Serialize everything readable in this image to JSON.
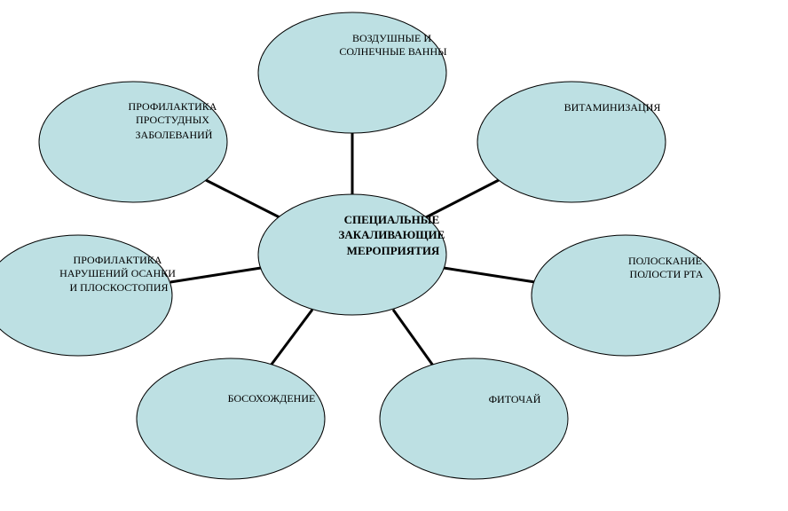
{
  "colors": {
    "node_fill": "#bde0e3",
    "stroke": "#000000",
    "background": "#ffffff"
  },
  "center": {
    "lines": [
      "СПЕЦИАЛЬНЫЕ",
      "ЗАКАЛИВАЮЩИЕ",
      "МЕРОПРИЯТИЯ"
    ]
  },
  "nodes": [
    {
      "id": "air-sun-baths",
      "lines": [
        "ВОЗДУШНЫЕ И",
        "СОЛНЕЧНЫЕ ВАННЫ"
      ]
    },
    {
      "id": "vitamins",
      "lines": [
        "ВИТАМИНИЗАЦИЯ"
      ]
    },
    {
      "id": "mouth-rinse",
      "lines": [
        "ПОЛОСКАНИЕ",
        "ПОЛОСТИ РТА"
      ]
    },
    {
      "id": "herbal-tea",
      "lines": [
        "ФИТОЧАЙ"
      ]
    },
    {
      "id": "barefoot",
      "lines": [
        "БОСОХОЖДЕНИЕ"
      ]
    },
    {
      "id": "posture",
      "lines": [
        "ПРОФИЛАКТИКА",
        "НАРУШЕНИЙ ОСАНКИ",
        "И ПЛОСКОСТОПИЯ"
      ]
    },
    {
      "id": "cold-prevention",
      "lines": [
        "ПРОФИЛАКТИКА",
        "ПРОСТУДНЫХ",
        "ЗАБОЛЕВАНИЙ"
      ]
    }
  ]
}
